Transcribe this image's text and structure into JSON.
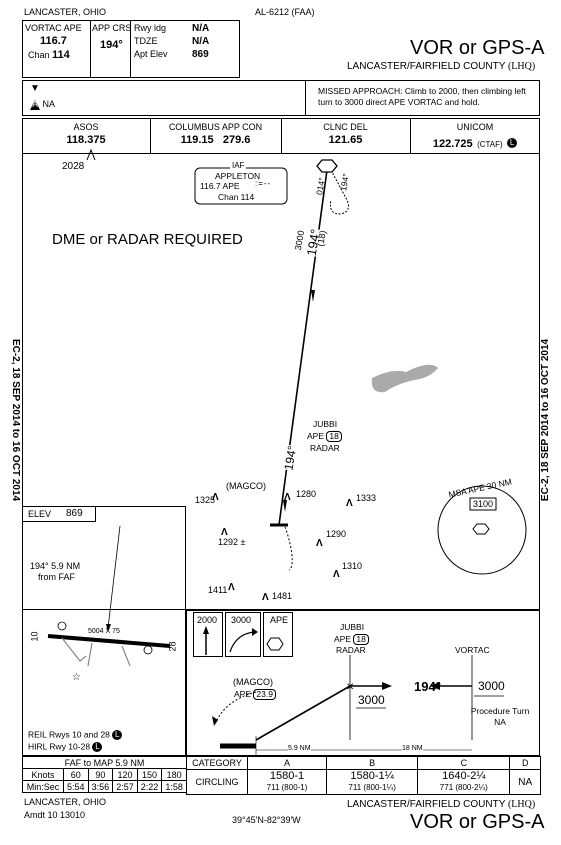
{
  "header": {
    "location": "LANCASTER, OHIO",
    "chart_id": "AL-6212 (FAA)",
    "title": "VOR or GPS-A",
    "airport": "LANCASTER/FAIRFIELD COUNTY",
    "airport_id": "(LHQ)"
  },
  "briefing": {
    "vortac_label": "VORTAC  APE",
    "vortac_freq": "116.7",
    "chan_label": "Chan",
    "chan_value": "114",
    "app_crs_label": "APP CRS",
    "app_crs_value": "194°",
    "rwy_ldg_label": "Rwy ldg",
    "rwy_ldg_value": "N/A",
    "tdze_label": "TDZE",
    "tdze_value": "N/A",
    "apt_elev_label": "Apt Elev",
    "apt_elev_value": "869",
    "takeoff_symbol": "▼",
    "alt_min_symbol": "A",
    "alt_min_text": "NA",
    "missed_approach": "MISSED APPROACH:  Climb to 2000, then climbing left turn to 3000 direct APE VORTAC and hold."
  },
  "comms": [
    {
      "label": "ASOS",
      "value": "118.375"
    },
    {
      "label": "COLUMBUS APP CON",
      "value": "119.15   279.6"
    },
    {
      "label": "CLNC DEL",
      "value": "121.65"
    },
    {
      "label": "UNICOM",
      "value": "122.725",
      "note": "(CTAF)",
      "badge": "L"
    }
  ],
  "planview": {
    "terrain_2028": "2028",
    "iaf_label": "IAF",
    "iaf_name": "APPLETON",
    "iaf_freq": "116.7  APE",
    "iaf_chan": "Chan 114",
    "course_014": "014°",
    "course_194_hold": "194°",
    "alt_3000": "3000",
    "course_194": "194°",
    "dme_18": "(18)",
    "dme_radar": "DME or RADAR REQUIRED",
    "jubbi": "JUBBI",
    "jubbi_ape": "APE",
    "jubbi_dme": "18",
    "jubbi_radar": "RADAR",
    "course_194_lower": "194°",
    "magco": "(MAGCO)",
    "obstacles": [
      "1325",
      "1280",
      "1333",
      "1292 ±",
      "1290",
      "1310",
      "1411",
      "1481"
    ],
    "msa_label": "MSA APE 30 NM",
    "msa_alt": "3100"
  },
  "airport_diagram": {
    "elev_label": "ELEV",
    "elev_value": "869",
    "fix_note_1": "194° 5.9 NM",
    "fix_note_2": "from FAF",
    "rwy_dims": "5004 X 75",
    "rwy_10": "10",
    "rwy_28": "28",
    "reil": "REIL Rwys 10 and 28",
    "hirl": "HIRL Rwy 10-28",
    "light_badge": "L"
  },
  "profile": {
    "alt_2000": "2000",
    "alt_3000": "3000",
    "ape_label": "APE",
    "jubbi": "JUBBI",
    "jubbi_ape": "APE",
    "jubbi_dme": "18",
    "jubbi_radar": "RADAR",
    "vortac": "VORTAC",
    "course": "194°",
    "alt_3000_right": "3000",
    "alt_3000_mid": "3000",
    "magco": "(MAGCO)",
    "magco_ape": "APE",
    "magco_dme": "23.9",
    "procedure_turn": "Procedure Turn NA",
    "dist_1": "5.9 NM",
    "dist_2": "18 NM"
  },
  "timing": {
    "header": "FAF to MAP  5.9 NM",
    "knots_label": "Knots",
    "knots": [
      "60",
      "90",
      "120",
      "150",
      "180"
    ],
    "minsec_label": "Min:Sec",
    "minsec": [
      "5:54",
      "3:56",
      "2:57",
      "2:22",
      "1:58"
    ]
  },
  "minimums": {
    "category_label": "CATEGORY",
    "categories": [
      "A",
      "B",
      "C",
      "D"
    ],
    "row_label": "CIRCLING",
    "values": [
      {
        "main": "1580-1",
        "sub": "711 (800-1)"
      },
      {
        "main": "1580-1¼",
        "sub": "711 (800-1¼)"
      },
      {
        "main": "1640-2¼",
        "sub": "771 (800-2¼)"
      },
      {
        "main": "NA",
        "sub": ""
      }
    ]
  },
  "footer": {
    "location": "LANCASTER, OHIO",
    "amendment": "Amdt 10  13010",
    "coords": "39°45'N-82°39'W",
    "airport": "LANCASTER/FAIRFIELD COUNTY",
    "airport_id": "(LHQ)",
    "title": "VOR or GPS-A"
  },
  "side_text": {
    "left": "EC-2, 18 SEP 2014 to 16 OCT 2014",
    "right": "EC-2, 18 SEP 2014 to 16 OCT 2014"
  }
}
